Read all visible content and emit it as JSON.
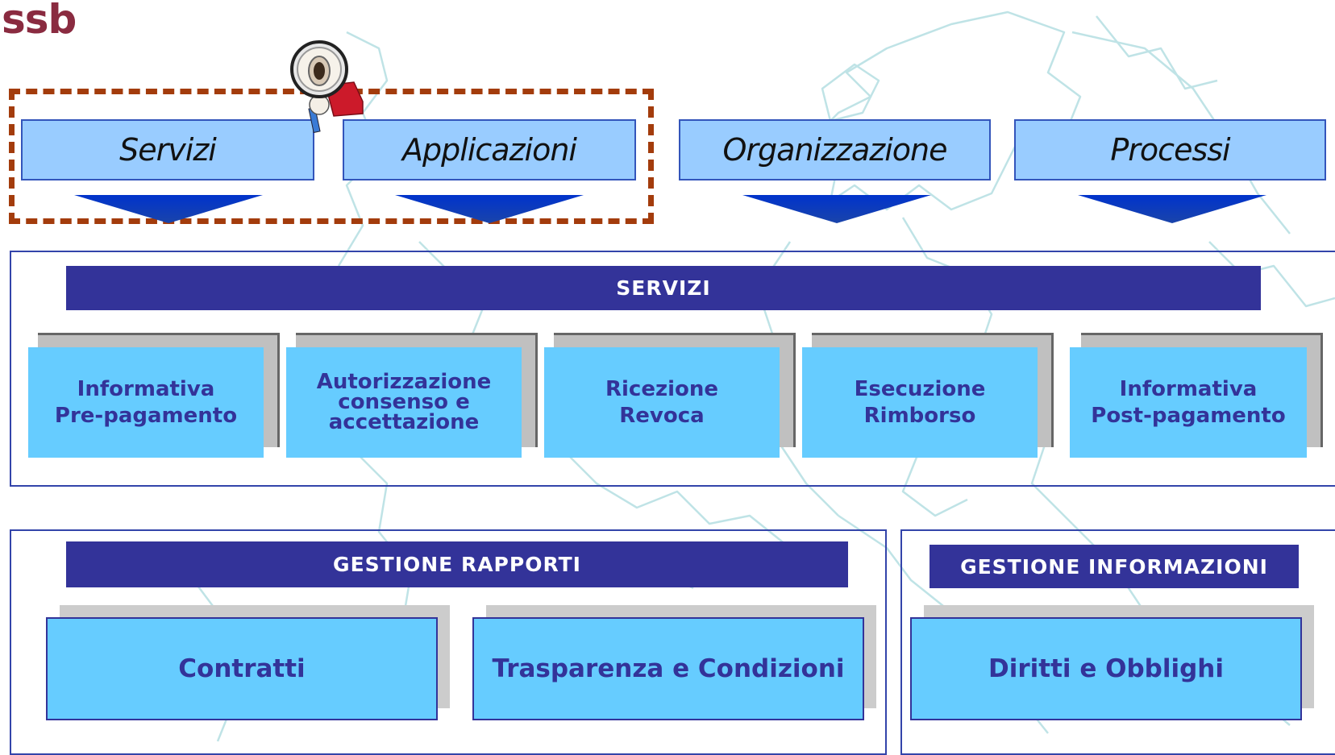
{
  "logo": {
    "text": "ssb"
  },
  "categories": [
    {
      "label": "Servizi"
    },
    {
      "label": "Applicazioni"
    },
    {
      "label": "Organizzazione"
    },
    {
      "label": "Processi"
    }
  ],
  "servizi": {
    "title": "SERVIZI",
    "items": [
      {
        "label": "Informativa\nPre-pagamento"
      },
      {
        "label": "Autorizzazione\nconsenso e\naccettazione"
      },
      {
        "label": "Ricezione\nRevoca"
      },
      {
        "label": "Esecuzione\nRimborso"
      },
      {
        "label": "Informativa\nPost-pagamento"
      }
    ]
  },
  "gestione_rapporti": {
    "title": "GESTIONE RAPPORTI",
    "items": [
      {
        "label": "Contratti"
      },
      {
        "label": "Trasparenza e Condizioni"
      }
    ]
  },
  "gestione_informazioni": {
    "title": "GESTIONE INFORMAZIONI",
    "items": [
      {
        "label": "Diritti e Obblighi"
      }
    ]
  },
  "colors": {
    "banner": "#333399",
    "card": "#66ccff",
    "card_text": "#333399",
    "category_box": "#99ccff",
    "arrow": "#0033cc",
    "dashed_frame": "#a33c0c",
    "logo": "#8a2b40",
    "map_lines": "#bfe3e6"
  }
}
